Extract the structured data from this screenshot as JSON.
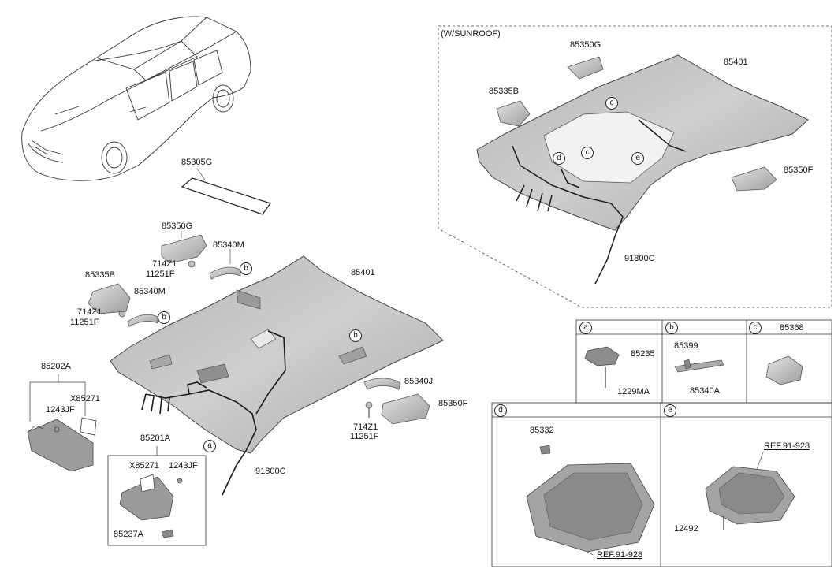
{
  "parts": {
    "p85305G": "85305G",
    "p85350G_main": "85350G",
    "p85340M_top": "85340M",
    "p714Z1_top": "714Z1",
    "p11251F_top": "11251F",
    "p85335B_main": "85335B",
    "p85340M_left": "85340M",
    "p714Z1_left": "714Z1",
    "p11251F_left": "11251F",
    "p85401_main": "85401",
    "p85202A": "85202A",
    "p1243JF_left": "1243JF",
    "pX85271_left": "X85271",
    "p85201A": "85201A",
    "pX85271_box": "X85271",
    "p1243JF_box": "1243JF",
    "p85237A": "85237A",
    "p85340J": "85340J",
    "p85350F_main": "85350F",
    "p714Z1_right": "714Z1",
    "p11251F_right": "11251F",
    "p91800C_main": "91800C"
  },
  "callouts": {
    "b1": "b",
    "b2": "b",
    "b3": "b",
    "a1": "a"
  },
  "sunroof": {
    "title": "(W/SUNROOF)",
    "p85350G": "85350G",
    "p85401": "85401",
    "p85335B": "85335B",
    "p85350F": "85350F",
    "p91800C": "91800C",
    "c1": "c",
    "c2": "c",
    "d": "d",
    "e": "e"
  },
  "detail_table": {
    "a_key": "a",
    "b_key": "b",
    "c_key": "c",
    "c_part": "85368",
    "a_p1": "85235",
    "a_p2": "1229MA",
    "b_p1": "85399",
    "b_p2": "85340A",
    "d_key": "d",
    "e_key": "e",
    "d_p1": "85332",
    "d_ref": "REF.91-928",
    "e_ref": "REF.91-928",
    "e_p1": "12492"
  }
}
